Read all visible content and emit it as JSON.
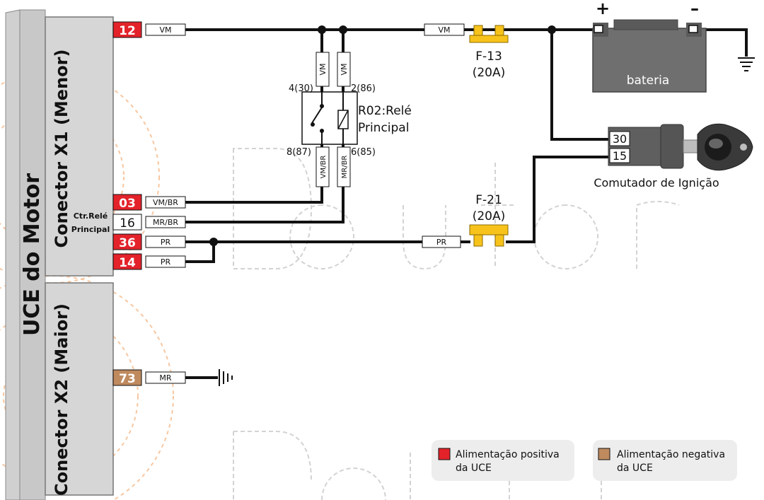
{
  "ecu": {
    "title": "UCE do Motor",
    "connector_x1": "Conector X1 (Menor)",
    "connector_x2": "Conector X2 (Maior)",
    "ctrl_label_line1": "Ctr.Relé",
    "ctrl_label_line2": "Principal"
  },
  "pins": [
    {
      "number": "12",
      "wire": "VM",
      "type": "positive"
    },
    {
      "number": "03",
      "wire": "VM/BR",
      "type": "positive"
    },
    {
      "number": "16",
      "wire": "MR/BR",
      "type": "neutral"
    },
    {
      "number": "36",
      "wire": "PR",
      "type": "positive"
    },
    {
      "number": "14",
      "wire": "PR",
      "type": "positive"
    },
    {
      "number": "73",
      "wire": "MR",
      "type": "negative"
    }
  ],
  "relay": {
    "name_line1": "R02:Relé",
    "name_line2": "Principal",
    "terminal_30": "4(30)",
    "terminal_86": "2(86)",
    "terminal_87": "8(87)",
    "terminal_85": "6(85)",
    "wire_30": "VM",
    "wire_86": "VM",
    "wire_87": "VM/BR",
    "wire_85": "MR/BR"
  },
  "fuses": [
    {
      "name": "F-13",
      "rating": "(20A)",
      "wire": "VM"
    },
    {
      "name": "F-21",
      "rating": "(20A)",
      "wire": "PR"
    }
  ],
  "battery": {
    "label": "bateria",
    "plus": "+",
    "minus": "–"
  },
  "ignition": {
    "label": "Comutador de Ignição",
    "terminal_30": "30",
    "terminal_15": "15"
  },
  "legend": [
    {
      "label_line1": "Alimentação positiva",
      "label_line2": "da UCE",
      "color": "#e3222a"
    },
    {
      "label_line1": "Alimentação negativa",
      "label_line2": "da UCE",
      "color": "#bf8a5e"
    }
  ],
  "colors": {
    "positive": "#e3222a",
    "negative": "#bf8a5e",
    "fuse": "#f7c31b",
    "wire": "#111111"
  }
}
